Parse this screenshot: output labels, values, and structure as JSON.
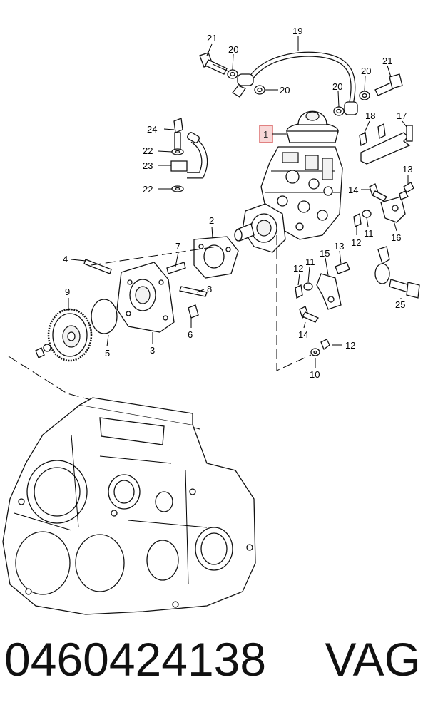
{
  "callouts": [
    {
      "id": "c21a",
      "text": "21"
    },
    {
      "id": "c19",
      "text": "19"
    },
    {
      "id": "c20a",
      "text": "20"
    },
    {
      "id": "c20b",
      "text": "20"
    },
    {
      "id": "c21b",
      "text": "21"
    },
    {
      "id": "c20c",
      "text": "20"
    },
    {
      "id": "c20d",
      "text": "20"
    },
    {
      "id": "c18",
      "text": "18"
    },
    {
      "id": "c17",
      "text": "17"
    },
    {
      "id": "c1",
      "text": "1"
    },
    {
      "id": "c24",
      "text": "24"
    },
    {
      "id": "c22a",
      "text": "22"
    },
    {
      "id": "c23",
      "text": "23"
    },
    {
      "id": "c22b",
      "text": "22"
    },
    {
      "id": "c13a",
      "text": "13"
    },
    {
      "id": "c14a",
      "text": "14"
    },
    {
      "id": "c2",
      "text": "2"
    },
    {
      "id": "c11a",
      "text": "11"
    },
    {
      "id": "c12a",
      "text": "12"
    },
    {
      "id": "c16",
      "text": "16"
    },
    {
      "id": "c7",
      "text": "7"
    },
    {
      "id": "c4",
      "text": "4"
    },
    {
      "id": "c8",
      "text": "8"
    },
    {
      "id": "c15",
      "text": "15"
    },
    {
      "id": "c13b",
      "text": "13"
    },
    {
      "id": "c11b",
      "text": "11"
    },
    {
      "id": "c12b",
      "text": "12"
    },
    {
      "id": "c9",
      "text": "9"
    },
    {
      "id": "c6",
      "text": "6"
    },
    {
      "id": "c5",
      "text": "5"
    },
    {
      "id": "c3",
      "text": "3"
    },
    {
      "id": "c14b",
      "text": "14"
    },
    {
      "id": "c25",
      "text": "25"
    },
    {
      "id": "c12c",
      "text": "12"
    },
    {
      "id": "c10",
      "text": "10"
    }
  ],
  "highlight_callout": "c1",
  "highlight_color": "#d24848",
  "footer": {
    "part_number": "0460424138",
    "brand": "VAG"
  }
}
